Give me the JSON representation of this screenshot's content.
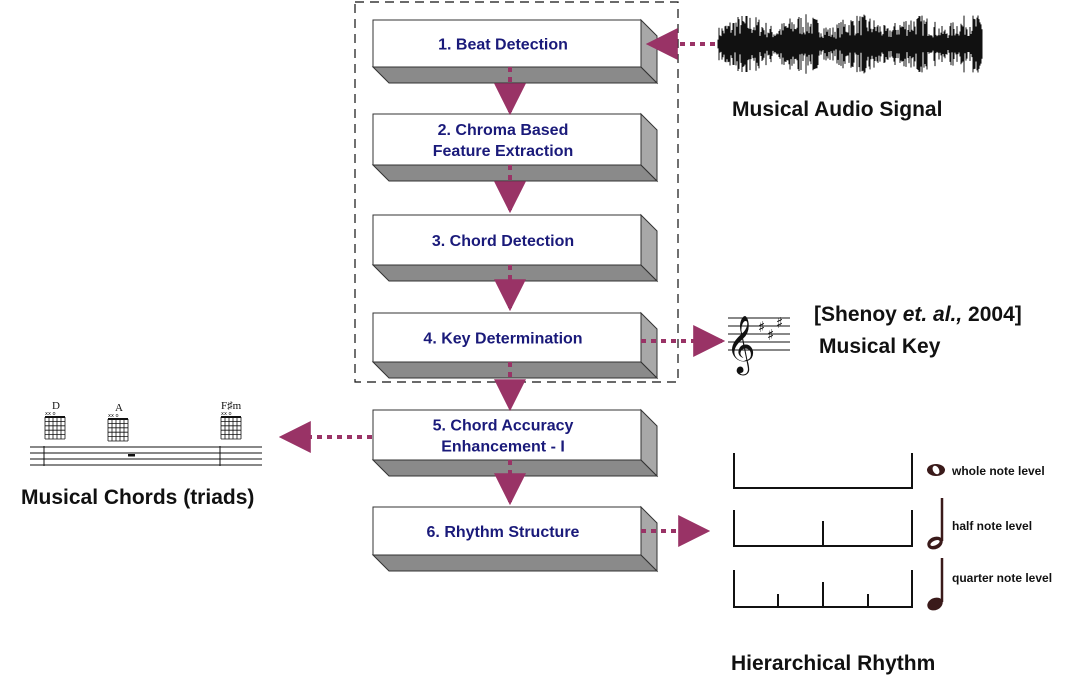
{
  "boxes": [
    {
      "id": "1",
      "lines": [
        "1. Beat Detection"
      ]
    },
    {
      "id": "2",
      "lines": [
        "2. Chroma Based",
        "Feature Extraction"
      ]
    },
    {
      "id": "3",
      "lines": [
        "3. Chord Detection"
      ]
    },
    {
      "id": "4",
      "lines": [
        "4. Key Determination"
      ]
    },
    {
      "id": "5",
      "lines": [
        "5. Chord Accuracy",
        "Enhancement - I"
      ]
    },
    {
      "id": "6",
      "lines": [
        "6. Rhythm Structure"
      ]
    }
  ],
  "labels": {
    "audio": "Musical Audio Signal",
    "citation_prefix": "[Shenoy ",
    "citation_italic": "et. al.,",
    "citation_suffix": " 2004]",
    "key": "Musical Key",
    "chords": "Musical Chords (triads)",
    "rhythm": "Hierarchical Rhythm",
    "whole": "whole note level",
    "half": "half note level",
    "quarter": "quarter note level"
  },
  "chord_names": [
    "D",
    "A",
    "F♯m"
  ],
  "colors": {
    "arrow": "#993366",
    "box_text": "#1a1a7a",
    "box_face": "#ffffff",
    "box_top": "#e8e8e8",
    "box_side": "#8a8a8a"
  }
}
